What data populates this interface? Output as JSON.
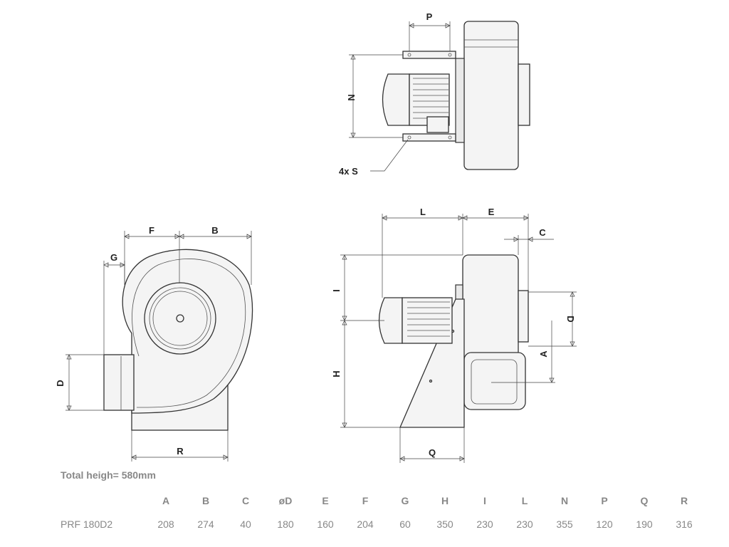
{
  "labels": {
    "P": "P",
    "N": "N",
    "S": "4x S",
    "F": "F",
    "B": "B",
    "G": "G",
    "D": "D",
    "R": "R",
    "L": "L",
    "E": "E",
    "C": "C",
    "I": "I",
    "H": "H",
    "D2": "D",
    "A": "A",
    "Q": "Q"
  },
  "note": "Total heigh= 580mm",
  "table": {
    "headers": [
      "A",
      "B",
      "C",
      "øD",
      "E",
      "F",
      "G",
      "H",
      "I",
      "L",
      "N",
      "P",
      "Q",
      "R"
    ],
    "row": {
      "model": "PRF 180D2",
      "values": [
        "208",
        "274",
        "40",
        "180",
        "160",
        "204",
        "60",
        "350",
        "230",
        "230",
        "355",
        "120",
        "190",
        "316"
      ]
    }
  }
}
